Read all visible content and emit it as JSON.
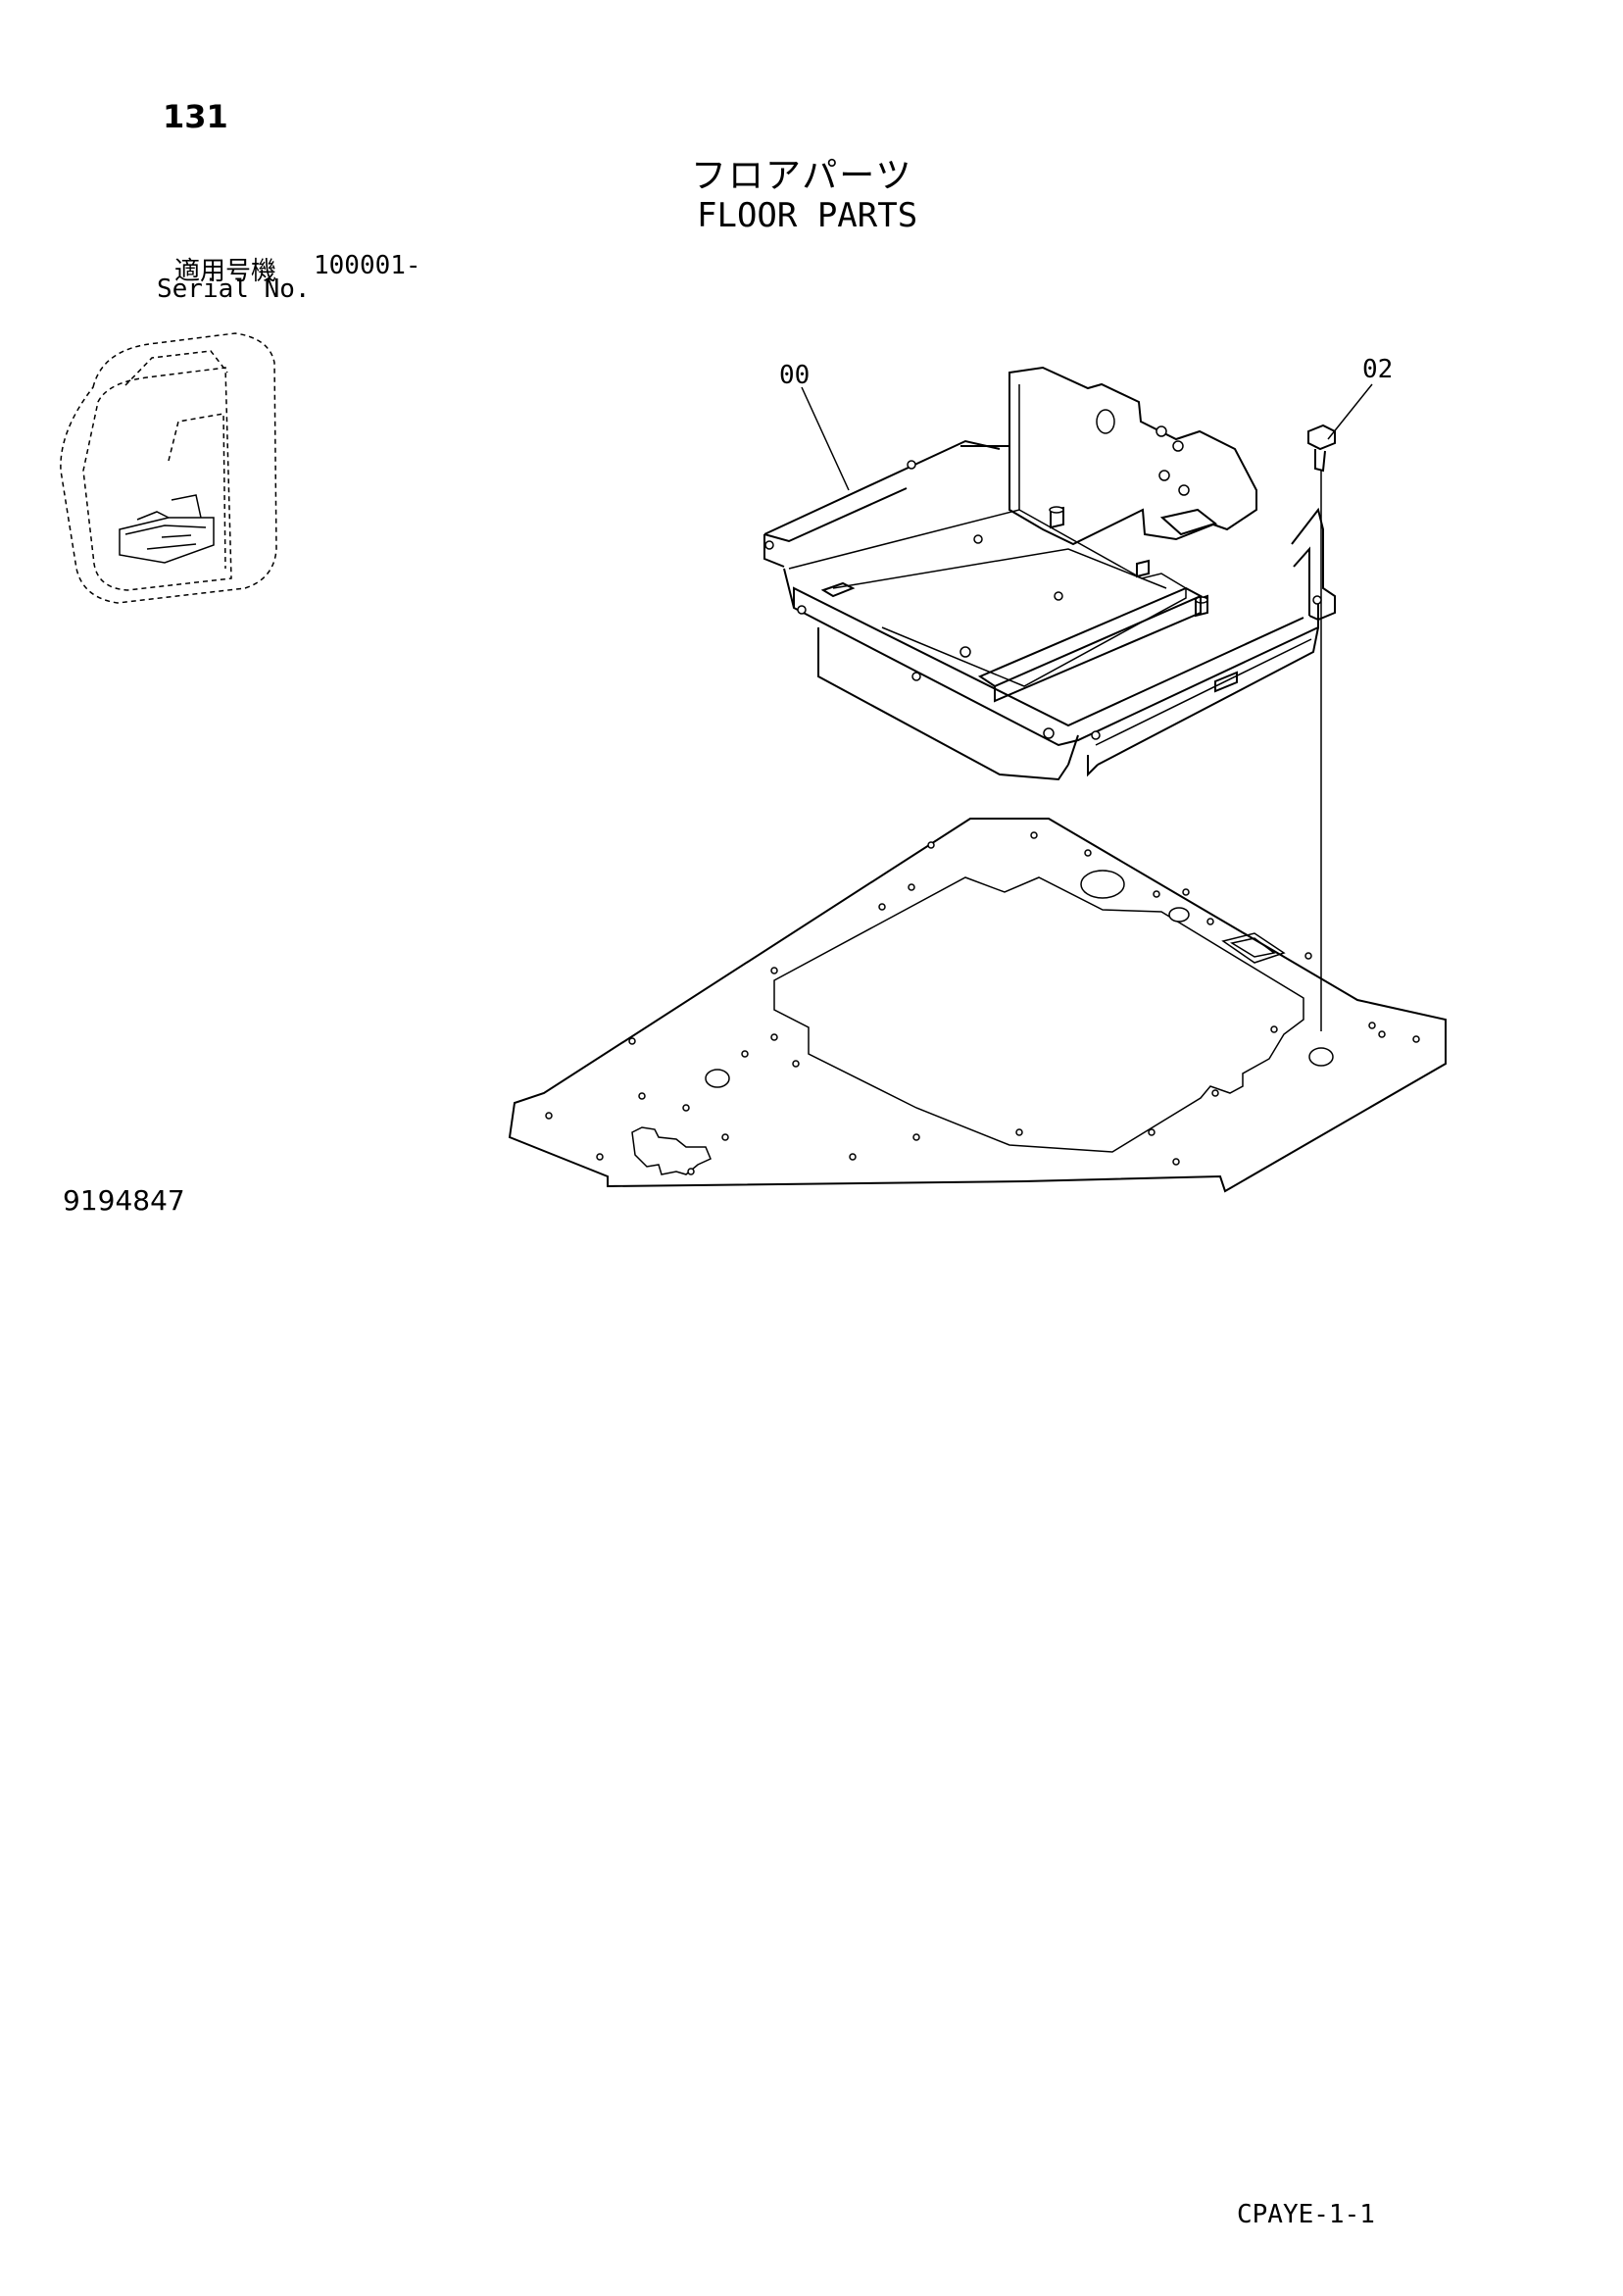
{
  "header": {
    "page_number": "131",
    "title_jp": "フロアパーツ",
    "title_en": "FLOOR PARTS"
  },
  "serial": {
    "label_jp": "適用号機",
    "value": "100001-",
    "label_en": "Serial No."
  },
  "callouts": {
    "part_00": "00",
    "part_02": "02"
  },
  "footer": {
    "drawing_number": "9194847",
    "catalog_code": "CPAYE-1-1"
  }
}
